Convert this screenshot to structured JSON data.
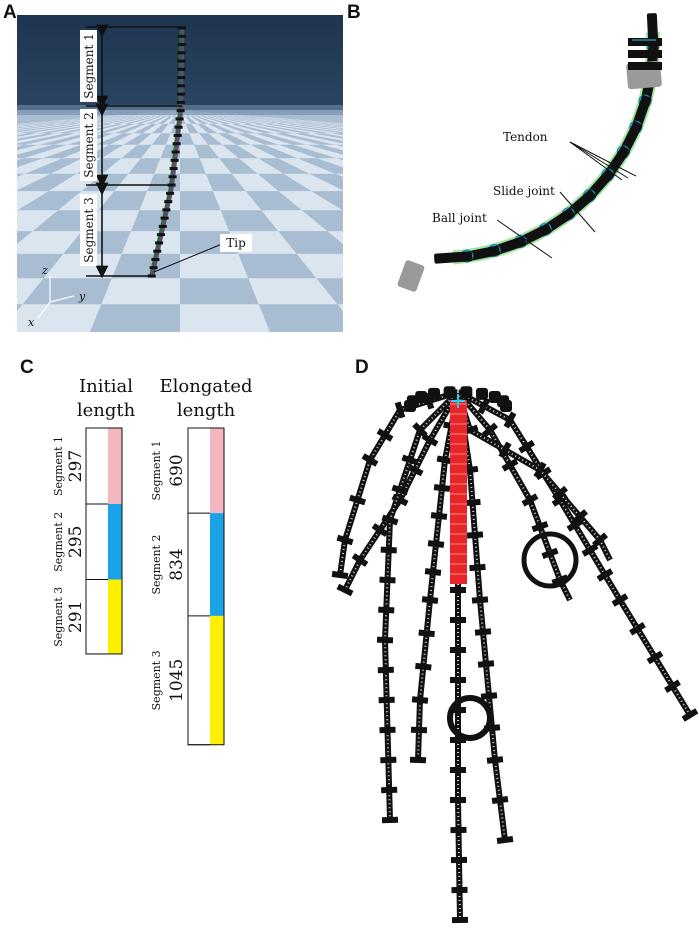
{
  "panels": {
    "a": {
      "letter": "A",
      "segments": [
        "Segment 1",
        "Segment 2",
        "Segment 3"
      ],
      "tip_label": "Tip",
      "axes": {
        "z": "z",
        "y": "y",
        "x": "x"
      }
    },
    "b": {
      "letter": "B",
      "labels": {
        "tendon": "Tendon",
        "slide_joint": "Slide joint",
        "ball_joint": "Ball joint"
      }
    },
    "c": {
      "letter": "C",
      "initial": {
        "title_line1": "Initial",
        "title_line2": "length",
        "segments": [
          {
            "name": "Segment 1",
            "value": 297,
            "color": "#f4b7c0"
          },
          {
            "name": "Segment 2",
            "value": 295,
            "color": "#1aa3e8"
          },
          {
            "name": "Segment 3",
            "value": 291,
            "color": "#fff000"
          }
        ]
      },
      "elongated": {
        "title_line1": "Elongated",
        "title_line2": "length",
        "segments": [
          {
            "name": "Segment 1",
            "value": 690,
            "color": "#f4b7c0"
          },
          {
            "name": "Segment 2",
            "value": 834,
            "color": "#1aa3e8"
          },
          {
            "name": "Segment 3",
            "value": 1045,
            "color": "#fff000"
          }
        ]
      }
    },
    "d": {
      "letter": "D",
      "highlight_color": "#e8262a",
      "marker_color": "#22d3ee"
    }
  }
}
